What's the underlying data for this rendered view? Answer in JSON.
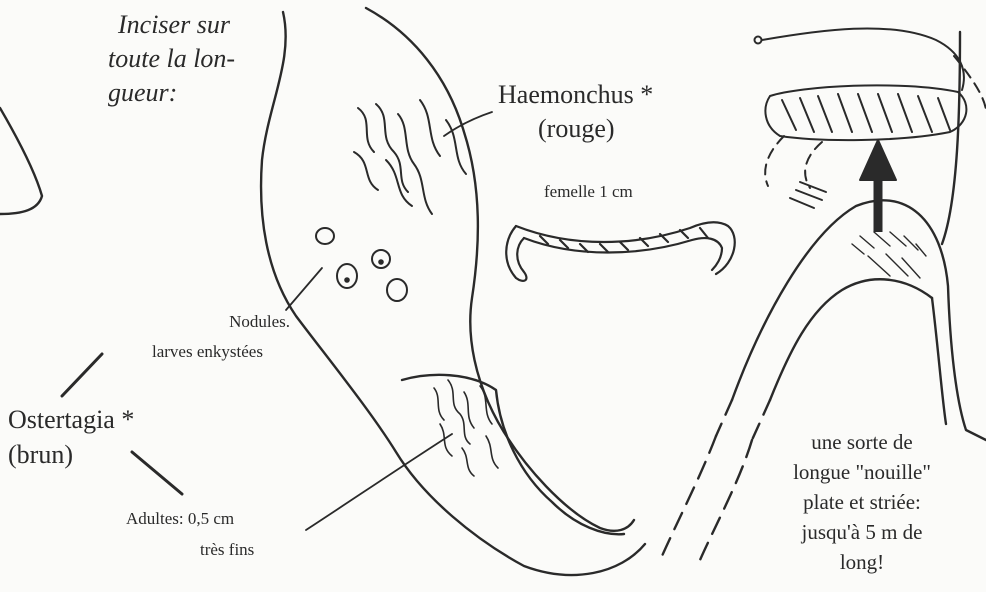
{
  "instructions": [
    "Inciser sur",
    "toute la lon-",
    "gueur:"
  ],
  "haemonchus": {
    "name": "Haemonchus *",
    "color_note": "(rouge)",
    "female_size": "femelle 1 cm"
  },
  "nodules": {
    "line1": "Nodules.",
    "line2": "larves enkystées"
  },
  "ostertagia": {
    "name": "Ostertagia *",
    "color_note": "(brun)"
  },
  "adults": {
    "line1": "Adultes: 0,5 cm",
    "line2": "très fins"
  },
  "tapeworm": [
    "une sorte de",
    "longue \"nouille\"",
    "plate et striée:",
    "jusqu'à 5 m de",
    "long!"
  ],
  "colors": {
    "ink": "#2a2a2a",
    "paper": "#fbfbf9"
  }
}
